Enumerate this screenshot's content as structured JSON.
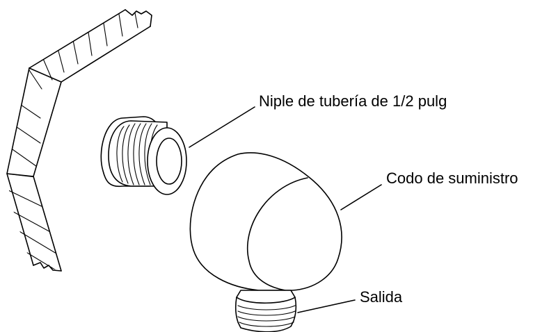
{
  "labels": {
    "nipple": "Niple de tubería de 1/2  pulg",
    "elbow": "Codo de suministro",
    "outlet": "Salida"
  }
}
